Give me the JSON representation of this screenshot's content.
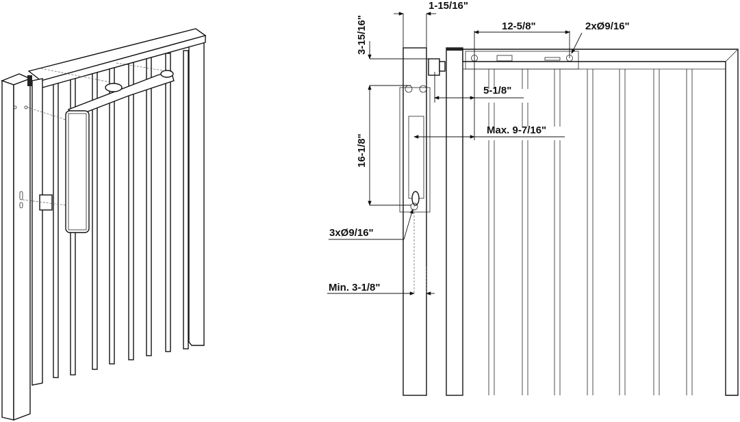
{
  "diagram": {
    "dimensions": {
      "post_width": "1-15/16\"",
      "top_offset": "3-15/16\"",
      "arm_hole_spacing": "12-5/8\"",
      "arm_holes": "2xØ9/16\"",
      "bracket_offset": "5-1/8\"",
      "max_offset": "Max. 9-7/16\"",
      "body_hole_spacing": "16-1/8\"",
      "body_holes": "3xØ9/16\"",
      "min_gap": "Min. 3-1/8\""
    }
  }
}
